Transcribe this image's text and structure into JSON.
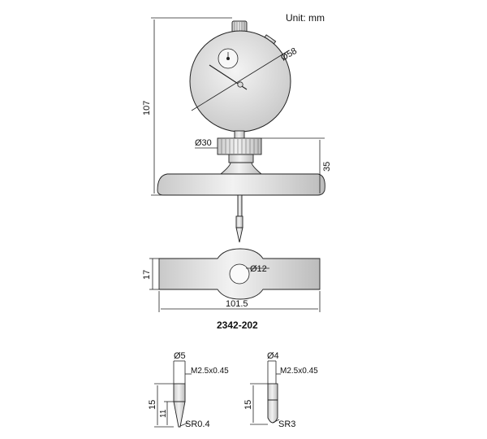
{
  "unit_label": "Unit: mm",
  "model": "2342-202",
  "front_view": {
    "height_total": "107",
    "dial_dia": "Ø58",
    "stem_dia": "Ø30",
    "base_height": "35"
  },
  "top_view": {
    "width": "17",
    "bore_dia": "Ø12",
    "length": "101.5"
  },
  "tip_a": {
    "dia": "Ø5",
    "thread": "M2.5x0.45",
    "length": "15",
    "sub_length": "11",
    "radius": "SR0.4"
  },
  "tip_b": {
    "dia": "Ø4",
    "thread": "M2.5x0.45",
    "length": "15",
    "radius": "SR3"
  }
}
